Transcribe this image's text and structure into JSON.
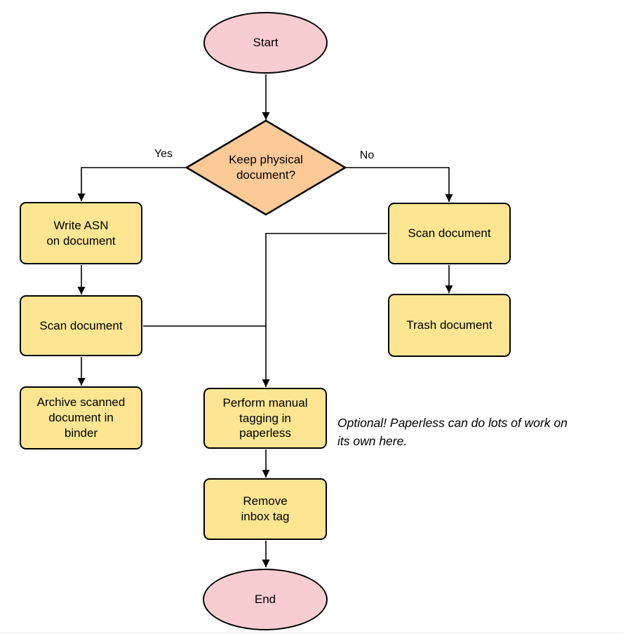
{
  "diagram": {
    "nodes": {
      "start": {
        "label": "Start",
        "type": "terminator"
      },
      "decision": {
        "label": "Keep physical\ndocument?",
        "type": "decision"
      },
      "write_asn": {
        "label": "Write ASN\non document",
        "type": "process"
      },
      "scan_left": {
        "label": "Scan document",
        "type": "process"
      },
      "archive": {
        "label": "Archive scanned\ndocument in\nbinder",
        "type": "process"
      },
      "scan_right": {
        "label": "Scan document",
        "type": "process"
      },
      "trash": {
        "label": "Trash document",
        "type": "process"
      },
      "perform_tagging": {
        "label": "Perform manual\ntagging in\npaperless",
        "type": "process"
      },
      "remove_inbox": {
        "label": "Remove\ninbox tag",
        "type": "process"
      },
      "end": {
        "label": "End",
        "type": "terminator"
      }
    },
    "edge_labels": {
      "yes": "Yes",
      "no": "No"
    },
    "annotation": "Optional! Paperless can do lots of work on\nits own here.",
    "colors": {
      "terminator_fill": "#f8cdd1",
      "decision_fill": "#fcca97",
      "process_fill": "#fde592",
      "stroke": "#000000"
    }
  }
}
